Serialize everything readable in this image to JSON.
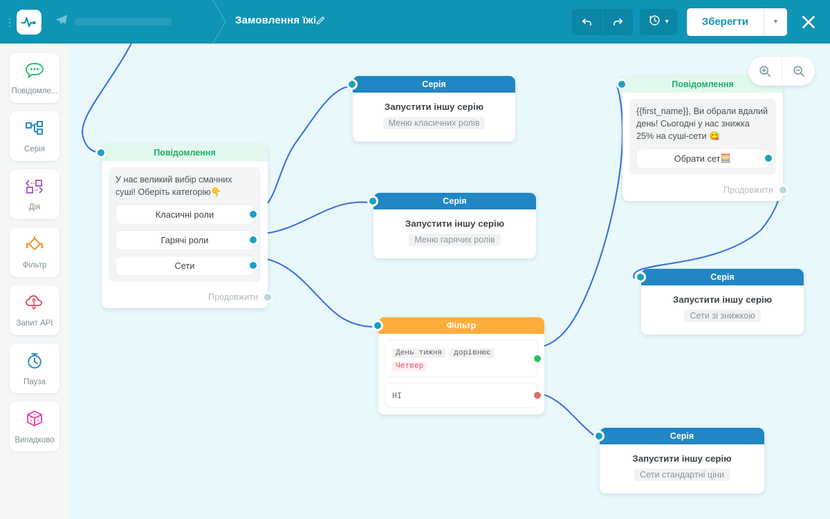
{
  "topbar": {
    "kebab_icon": "kebab-menu-icon",
    "logo_icon": "pulse-logo-icon",
    "channel_icon": "telegram-icon",
    "flow_title": "Замовлення їжі",
    "edit_icon": "pencil-icon",
    "undo_icon": "undo-icon",
    "redo_icon": "redo-icon",
    "history_icon": "history-clock-icon",
    "history_caret": "▾",
    "save_label": "Зберегти",
    "save_caret": "▾",
    "close_icon": "close-icon"
  },
  "sidebar": {
    "items": [
      {
        "label": "Повідомле...",
        "icon": "message-bubble-icon",
        "color": "#2cb673"
      },
      {
        "label": "Серія",
        "icon": "series-tree-icon",
        "color": "#2186c4"
      },
      {
        "label": "Дія",
        "icon": "action-brackets-icon",
        "color": "#9b4fc8"
      },
      {
        "label": "Фільтр",
        "icon": "filter-diamond-icon",
        "color": "#f5901f"
      },
      {
        "label": "Запит API",
        "icon": "api-cloud-icon",
        "color": "#e0445e"
      },
      {
        "label": "Пауза",
        "icon": "stopwatch-icon",
        "color": "#2186c4"
      },
      {
        "label": "Випадково",
        "icon": "random-dice-icon",
        "color": "#ee3ba0"
      }
    ]
  },
  "canvas": {
    "zoom_in_icon": "zoom-in-icon",
    "zoom_out_icon": "zoom-out-icon",
    "continue_label": "Продовжити",
    "series_run_label": "Запустити іншу серію"
  },
  "nodes": {
    "message_main": {
      "header": "Повідомлення",
      "text": "У нас великий вибір смачних суші! Оберіть категорію",
      "text_emoji": "👇",
      "buttons": [
        {
          "label": "Класичні роли"
        },
        {
          "label": "Гарячі роли"
        },
        {
          "label": "Сети"
        }
      ],
      "continue": "Продовжити"
    },
    "series_classic": {
      "header": "Серія",
      "title": "Запустити іншу серію",
      "tag": "Меню класичних ролів"
    },
    "series_hot": {
      "header": "Серія",
      "title": "Запустити іншу серію",
      "tag": "Меню гарячих ролів"
    },
    "filter": {
      "header": "Фільтр",
      "condition_field": "День тижня",
      "condition_op": "дорівнює",
      "condition_value": "Четвер",
      "else_label": "НІ"
    },
    "message_promo": {
      "header": "Повідомлення",
      "text": "{{first_name}}, Ви обрали вдалий день! Сьогодні у нас знижка 25% на суші-сети",
      "text_emoji": "😋",
      "buttons": [
        {
          "label": "Обрати сет",
          "emoji": "🧮"
        }
      ],
      "continue": "Продовжити"
    },
    "series_discount": {
      "header": "Серія",
      "title": "Запустити іншу серію",
      "tag": "Сети зі знижкою"
    },
    "series_standard": {
      "header": "Серія",
      "title": "Запустити іншу серію",
      "tag": "Сети стандартні ціни"
    }
  },
  "colors": {
    "brand": "#0e94b5",
    "canvas": "#e9f8fa",
    "series_header": "#2186c4",
    "message_header": "#e2f8ec",
    "filter_header": "#fcae3c",
    "port": "#18a2c0",
    "edge": "#3b6fe0"
  }
}
